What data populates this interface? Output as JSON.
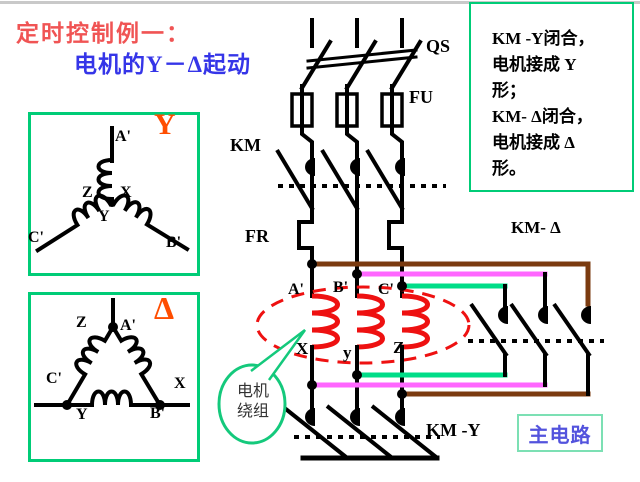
{
  "title": {
    "line1": "定时控制例一：",
    "line2": "电机的Y－Δ起动"
  },
  "info_box": {
    "lines": [
      "KM -Y闭合，",
      "电机接成 Y",
      "形；",
      "KM- Δ闭合，",
      "电机接成 Δ",
      "形。"
    ]
  },
  "y_diagram": {
    "symbol": "Y",
    "a": "A'",
    "z": "Z",
    "x": "X",
    "y": "Y",
    "c": "C'",
    "b": "B'"
  },
  "delta_diagram": {
    "symbol": "Δ",
    "z": "Z",
    "a": "A'",
    "c": "C'",
    "x": "X",
    "y": "Y",
    "b": "B'"
  },
  "circuit": {
    "qs_label": "QS",
    "fu_label": "FU",
    "km_label": "KM",
    "fr_label": "FR",
    "km_y_label": "KM -Y",
    "km_delta_label": "KM- Δ",
    "winding_top": [
      "A'",
      "B'",
      "C'"
    ],
    "winding_bottom": [
      "X",
      "y",
      "Z"
    ]
  },
  "callout": {
    "line1": "电机",
    "line2": "绕组"
  },
  "footer_box": {
    "label": "主电路"
  },
  "colors": {
    "title_red": "#f05454",
    "title_blue": "#3535e8",
    "symbol_orange": "#ff4d00",
    "box_green": "#00cc77",
    "wire_brown": "#7b3b10",
    "wire_magenta": "#ff66ff",
    "wire_green": "#00dd88",
    "coil_red": "#ee1111",
    "footer_blue": "#5353dd"
  }
}
